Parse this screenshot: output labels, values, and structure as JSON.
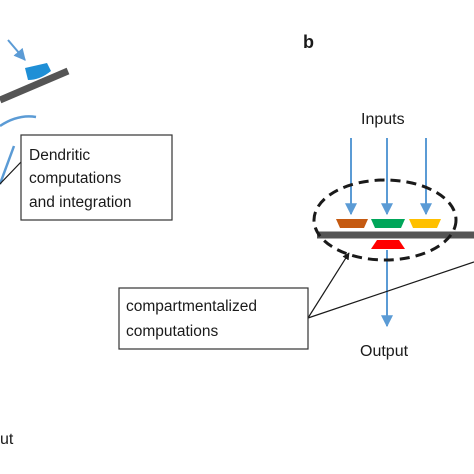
{
  "panel_b": {
    "label": "b"
  },
  "labels": {
    "inputs": "Inputs",
    "output": "Output",
    "partial_output": "ut"
  },
  "callouts": {
    "dendritic": [
      "Dendritic",
      "computations",
      "and integration"
    ],
    "compartmentalized": [
      "compartmentalized",
      "computations"
    ]
  },
  "colors": {
    "arrow_blue": "#5b9bd5",
    "dendrite_gray": "#555555",
    "orange_cap": "#c55a11",
    "green_cap": "#00a65a",
    "yellow_cap": "#ffc000",
    "red_cap": "#ff0000",
    "blue_cap": "#1f8fd6"
  }
}
